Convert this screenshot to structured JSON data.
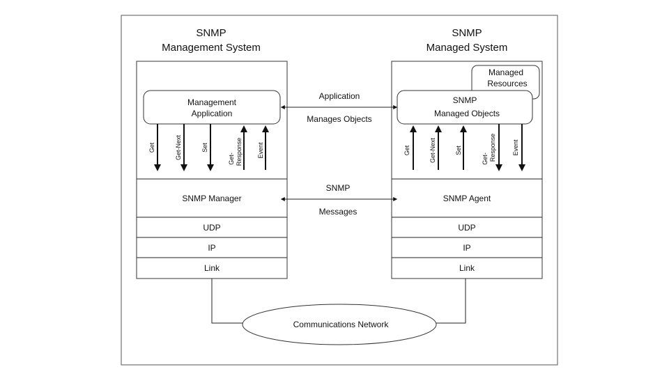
{
  "left_system": {
    "title_line1": "SNMP",
    "title_line2": "Management System",
    "app_line1": "Management",
    "app_line2": "Application",
    "ops": [
      "Get",
      "Get-Next",
      "Set"
    ],
    "replies": [
      "Get-Response",
      "Event"
    ],
    "reply_line1": "Get-",
    "reply_line2": "Response",
    "event": "Event",
    "manager": "SNMP Manager",
    "udp": "UDP",
    "ip": "IP",
    "link": "Link"
  },
  "right_system": {
    "title_line1": "SNMP",
    "title_line2": "Managed System",
    "resources_line1": "Managed",
    "resources_line2": "Resources",
    "objects_line1": "SNMP",
    "objects_line2": "Managed Objects",
    "ops": [
      "Get",
      "Get-Next",
      "Set"
    ],
    "reply_line1": "Get-",
    "reply_line2": "Response",
    "event": "Event",
    "agent": "SNMP Agent",
    "udp": "UDP",
    "ip": "IP",
    "link": "Link"
  },
  "center": {
    "app_line1": "Application",
    "app_line2": "Manages Objects",
    "msg_line1": "SNMP",
    "msg_line2": "Messages"
  },
  "network": {
    "label": "Communications Network"
  }
}
